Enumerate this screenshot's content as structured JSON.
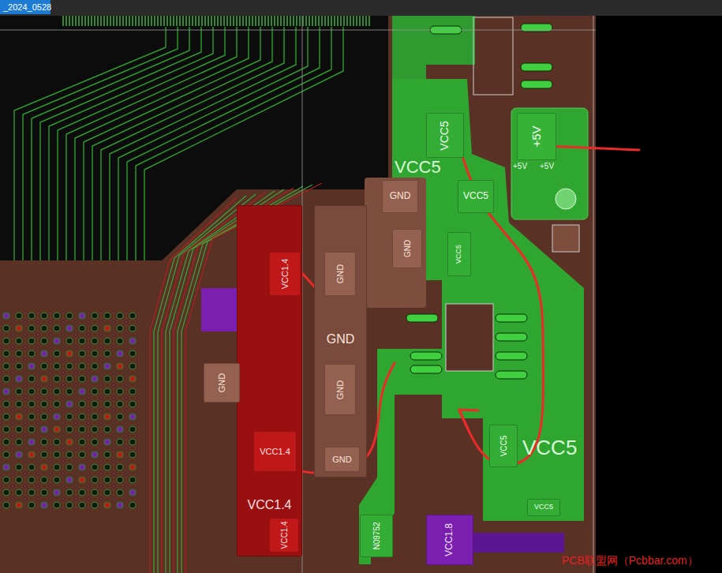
{
  "diagram": {
    "nodes": [
      {
        "text": [
          "+5V"
        ]
      },
      {
        "text": [
          "VCC5"
        ]
      },
      {
        "text": [
          "VCC5"
        ]
      },
      {
        "text": [
          "GND"
        ]
      },
      {
        "text": [
          "VCC5"
        ]
      },
      {
        "text": [
          "VCC1.4"
        ]
      },
      {
        "text": [
          "VCC1.4"
        ],
        "in": 5
      },
      {
        "text": [
          "VCC1.4"
        ],
        "in": 5
      },
      {
        "text": [
          "VCC1.4"
        ],
        "in": 5
      },
      {
        "text": [
          "GND"
        ]
      },
      {
        "text": [
          "GND"
        ],
        "in": 9
      },
      {
        "text": [
          "GND"
        ],
        "in": 9
      },
      {
        "text": [
          "GND"
        ],
        "in": 9
      },
      {
        "text": [
          "GND"
        ]
      },
      {
        "text": [
          "GND"
        ]
      },
      {
        "text": [
          "VCC5"
        ]
      },
      {
        "text": [
          "VCC5"
        ]
      },
      {
        "text": [
          "N09752"
        ]
      },
      {
        "text": [
          "VCC1.8"
        ]
      }
    ],
    "labels": [
      "_2024_0528",
      "VCC5",
      "+5V",
      "+5V",
      "VCC5",
      "PCB联盟网（Pcbbar.com）"
    ]
  }
}
